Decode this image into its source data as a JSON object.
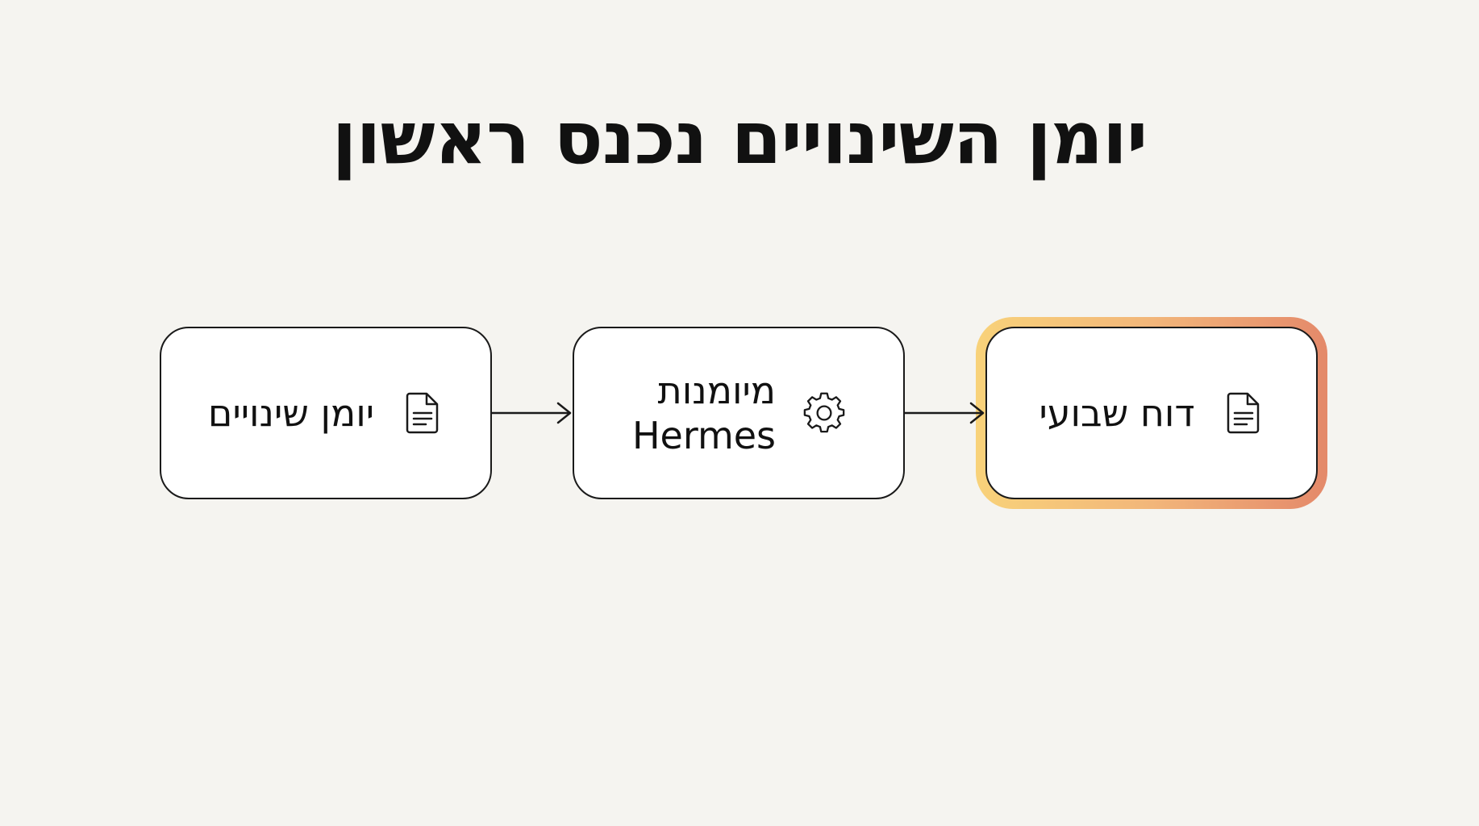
{
  "title": "יומן השינויים נכנס ראשון",
  "nodes": [
    {
      "label_line1": "יומן שינויים",
      "label_line2": "",
      "icon": "document-icon"
    },
    {
      "label_line1": "מיומנות",
      "label_line2": "Hermes",
      "icon": "gear-icon"
    },
    {
      "label_line1": "דוח שבועי",
      "label_line2": "",
      "icon": "document-icon",
      "highlighted": true
    }
  ],
  "colors": {
    "background": "#f5f4f0",
    "node_border": "#1a1a1a",
    "highlight_start": "#f8d27a",
    "highlight_end": "#e4896a"
  }
}
